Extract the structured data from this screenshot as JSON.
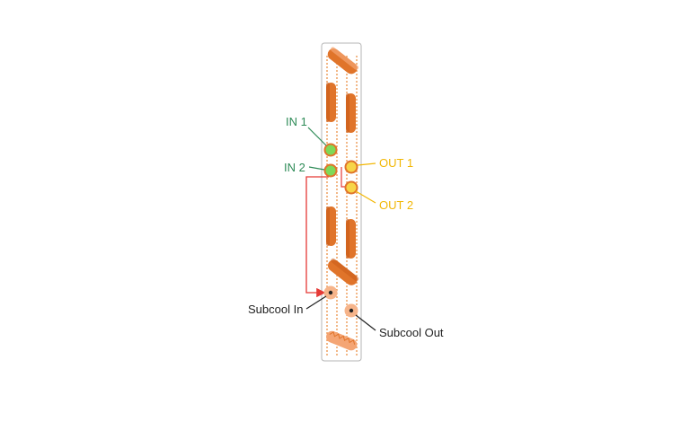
{
  "labels": {
    "in1": "IN 1",
    "in2": "IN 2",
    "out1": "OUT 1",
    "out2": "OUT 2",
    "subcool_in": "Subcool In",
    "subcool_out": "Subcool Out"
  },
  "colors": {
    "in": "#2e8b57",
    "out": "#f2b705",
    "subcool_text": "#222222",
    "fin": "#e0742a",
    "fin_dark": "#c85a18",
    "fin_light": "#f4a574",
    "flow_line": "#e8893a",
    "route_line": "#e53935",
    "panel_border": "#b5b5b5"
  }
}
